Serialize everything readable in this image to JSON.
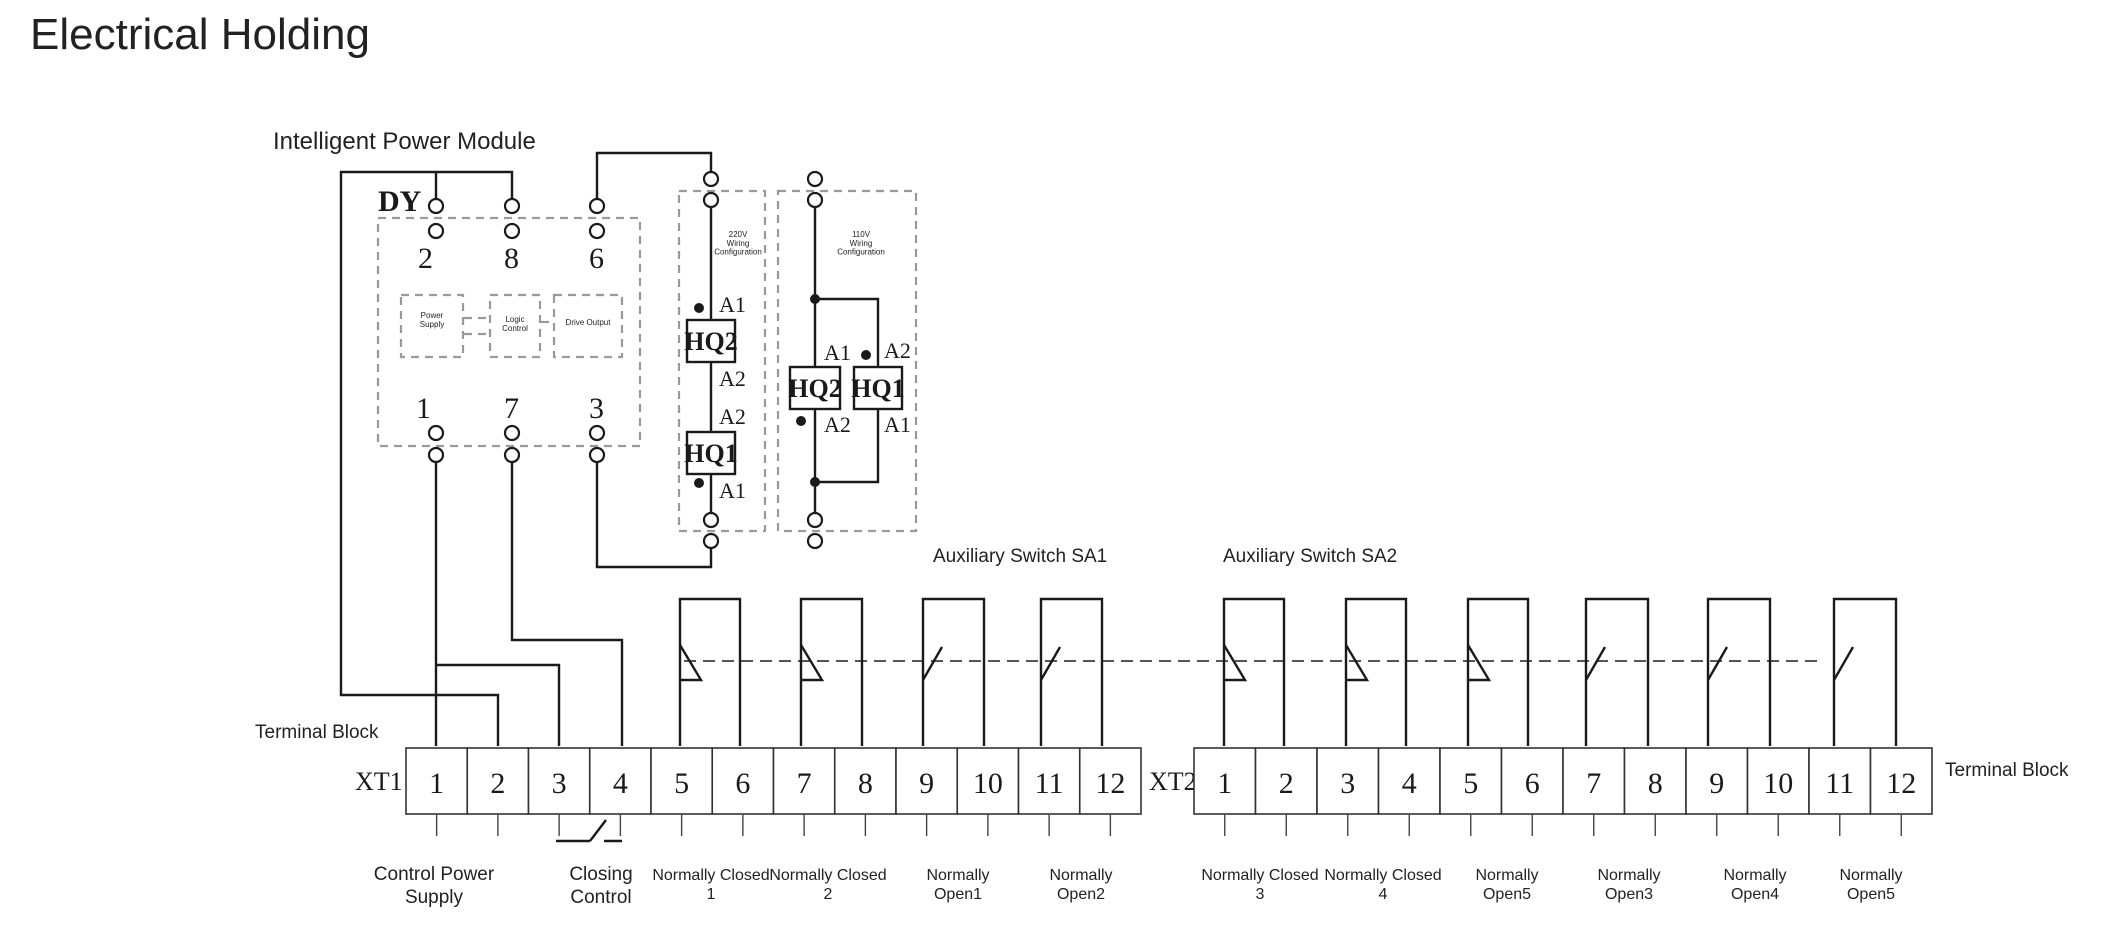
{
  "title": "Electrical Holding",
  "module": {
    "label": "Intelligent Power Module",
    "code": "DY",
    "top_pins": [
      "2",
      "8",
      "6"
    ],
    "bottom_pins": [
      "1",
      "7",
      "3"
    ],
    "blocks": [
      "Power Supply",
      "Logic Control",
      "Drive Output"
    ]
  },
  "config_220": {
    "label": "220V Wiring Configuration",
    "coil_top": "HQ2",
    "coil_bottom": "HQ1",
    "a1": "A1",
    "a2": "A2"
  },
  "config_110": {
    "label": "110V Wiring Configuration",
    "coil_left": "HQ2",
    "coil_right": "HQ1",
    "a1": "A1",
    "a2": "A2"
  },
  "aux_switches": {
    "sa1": "Auxiliary Switch SA1",
    "sa2": "Auxiliary Switch SA2"
  },
  "terminal_block_label": "Terminal Block",
  "xt1": {
    "label": "XT1",
    "terminals": [
      "1",
      "2",
      "3",
      "4",
      "5",
      "6",
      "7",
      "8",
      "9",
      "10",
      "11",
      "12"
    ]
  },
  "xt2": {
    "label": "XT2",
    "terminals": [
      "1",
      "2",
      "3",
      "4",
      "5",
      "6",
      "7",
      "8",
      "9",
      "10",
      "11",
      "12"
    ]
  },
  "functions": [
    "Control Power Supply",
    "Closing Control",
    "Normally Closed 1",
    "Normally Closed 2",
    "Normally Open1",
    "Normally Open2",
    "Normally Closed 3",
    "Normally Closed 4",
    "Normally Open5",
    "Normally Open3",
    "Normally Open4",
    "Normally Open5"
  ]
}
